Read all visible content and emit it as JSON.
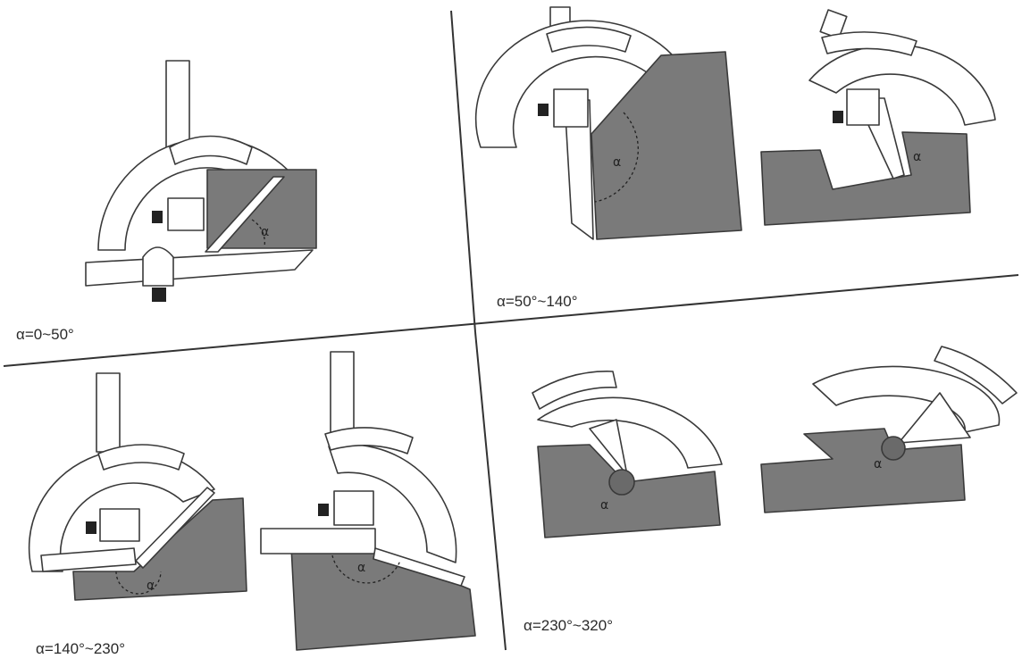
{
  "panels": [
    {
      "caption": "α=0~50°"
    },
    {
      "caption": "α=50°~140°"
    },
    {
      "caption": "α=140°~230°"
    },
    {
      "caption": "α=230°~320°"
    }
  ],
  "angle_symbol": "α",
  "colors": {
    "workpiece": "#7a7a7a",
    "outline": "#3a3a3a",
    "background": "#ffffff"
  }
}
